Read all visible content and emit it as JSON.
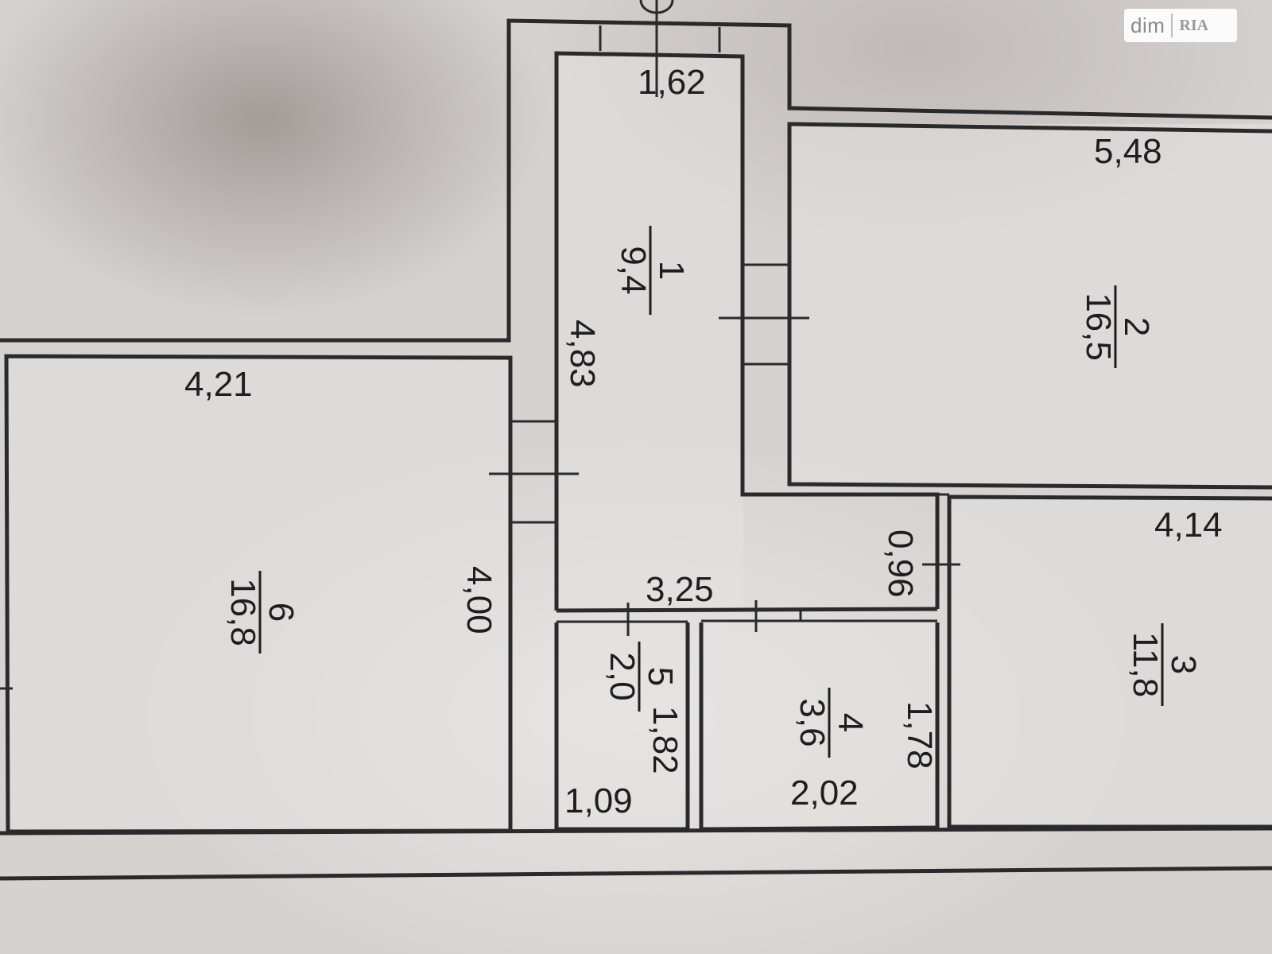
{
  "plan": {
    "rooms": [
      {
        "number": "1",
        "area": "9,4"
      },
      {
        "number": "2",
        "area": "16,5"
      },
      {
        "number": "3",
        "area": "11,8"
      },
      {
        "number": "4",
        "area": "3,6"
      },
      {
        "number": "5",
        "area": "2,0"
      },
      {
        "number": "6",
        "area": "16,8"
      }
    ],
    "dimensions": {
      "d_1_62": "1,62",
      "d_5_48": "5,48",
      "d_4_83": "4,83",
      "d_4_21": "4,21",
      "d_4_14": "4,14",
      "d_0_96": "0,96",
      "d_3_25": "3,25",
      "d_4_00": "4,00",
      "d_1_82": "1,82",
      "d_1_78": "1,78",
      "d_1_09": "1,09",
      "d_2_02": "2,02"
    }
  },
  "watermark": {
    "brand": "dim",
    "logo": "RIA"
  }
}
